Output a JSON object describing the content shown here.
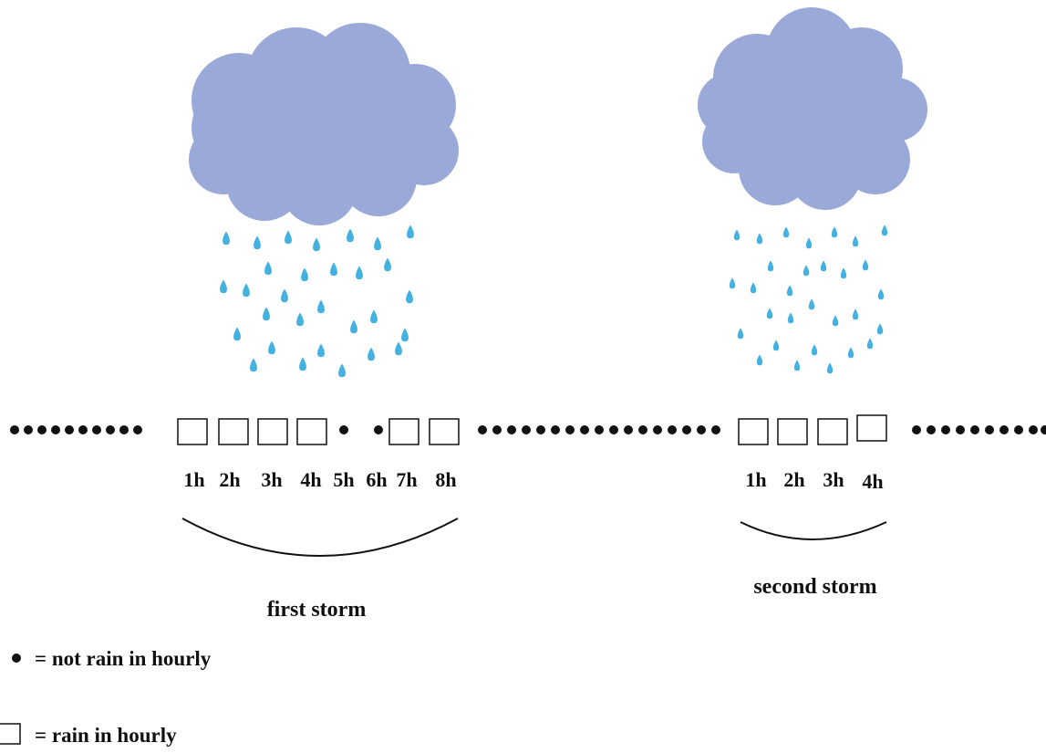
{
  "colors": {
    "cloud": "#9aa9d8",
    "raindrop": "#45b1e0",
    "ink": "#111111",
    "background": "#ffffff"
  },
  "timeline": {
    "sequence": [
      "dry",
      "dry",
      "dry",
      "dry",
      "dry",
      "dry",
      "dry",
      "dry",
      "dry",
      "dry",
      "rain",
      "rain",
      "rain",
      "rain",
      "dry",
      "dry",
      "rain",
      "rain",
      "dry",
      "dry",
      "dry",
      "dry",
      "dry",
      "dry",
      "dry",
      "dry",
      "dry",
      "dry",
      "dry",
      "dry",
      "dry",
      "dry",
      "dry",
      "dry",
      "dry",
      "rain",
      "rain",
      "rain",
      "rain",
      "dry",
      "dry",
      "dry",
      "dry",
      "dry",
      "dry",
      "dry",
      "dry",
      "dry",
      "dry"
    ]
  },
  "storms": [
    {
      "name": "first storm",
      "hour_labels": [
        "1h",
        "2h",
        "3h",
        "4h",
        "5h",
        "6h",
        "7h",
        "8h"
      ]
    },
    {
      "name": "second storm",
      "hour_labels": [
        "1h",
        "2h",
        "3h",
        "4h"
      ]
    }
  ],
  "legend": {
    "dry_label": "= not rain in hourly",
    "rain_label": "= rain in hourly",
    "dry_icon": "filled-dot",
    "rain_icon": "empty-square"
  },
  "icons": {
    "cloud": "cloud-icon",
    "raindrop": "raindrop-icon"
  }
}
